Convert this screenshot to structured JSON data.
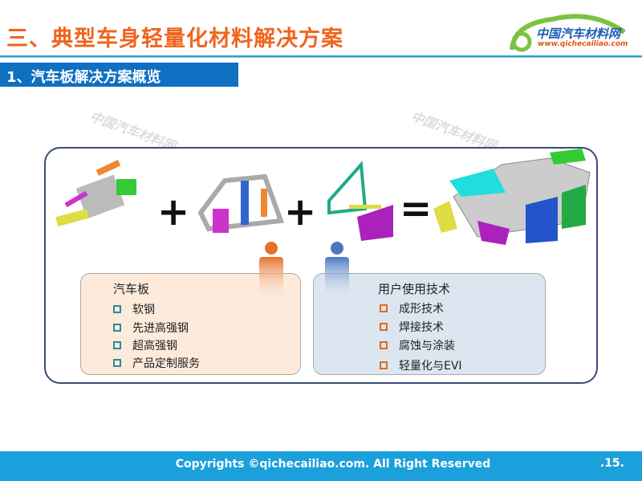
{
  "header": {
    "title": "三、典型车身轻量化材料解决方案",
    "logo_cn": "中国汽车材料网",
    "logo_url": "www.qichecailiao.com"
  },
  "section": {
    "title": "1、汽车板解决方案概览"
  },
  "diagram": {
    "operators": [
      "+",
      "+",
      "="
    ]
  },
  "left_box": {
    "title": "汽车板",
    "items": [
      "软钢",
      "先进高强钢",
      "超高强钢",
      "产品定制服务"
    ]
  },
  "right_box": {
    "title": "用户使用技术",
    "items": [
      "成形技术",
      "焊接技术",
      "腐蚀与涂装",
      "轻量化与EVI"
    ]
  },
  "footer": {
    "copyright": "Copyrights ©qichecailiao.com. All Right Reserved",
    "page": ".15."
  },
  "colors": {
    "title": "#f0641e",
    "accent_blue": "#0f6fc0",
    "footer": "#1ba0dc",
    "left_box": "#fdeadb",
    "right_box": "#dce6f0"
  }
}
